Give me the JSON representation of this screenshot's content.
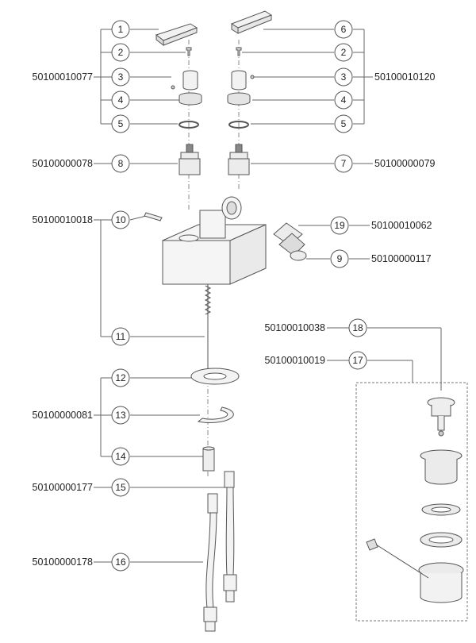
{
  "callouts": {
    "c1": "1",
    "c2l": "2",
    "c3l": "3",
    "c4l": "4",
    "c5l": "5",
    "c6": "6",
    "c2r": "2",
    "c3r": "3",
    "c4r": "4",
    "c5r": "5",
    "c8": "8",
    "c7": "7",
    "c10": "10",
    "c19": "19",
    "c9": "9",
    "c11": "11",
    "c18": "18",
    "c17": "17",
    "c12": "12",
    "c13": "13",
    "c14": "14",
    "c15": "15",
    "c16": "16"
  },
  "part_numbers": {
    "handle_set_left": "50100010077",
    "handle_set_right": "50100010120",
    "cartridge_left": "50100000078",
    "cartridge_right": "50100000079",
    "body": "50100010018",
    "aerator_housing": "50100010062",
    "aerator": "50100000117",
    "drain_plug": "50100010038",
    "drain": "50100010019",
    "mounting_kit": "50100000081",
    "hose_short": "50100000177",
    "hose_long": "50100000178"
  },
  "colors": {
    "line": "#555555",
    "part_fill": "#f2f2f2",
    "part_dark": "#cfcfcf"
  }
}
